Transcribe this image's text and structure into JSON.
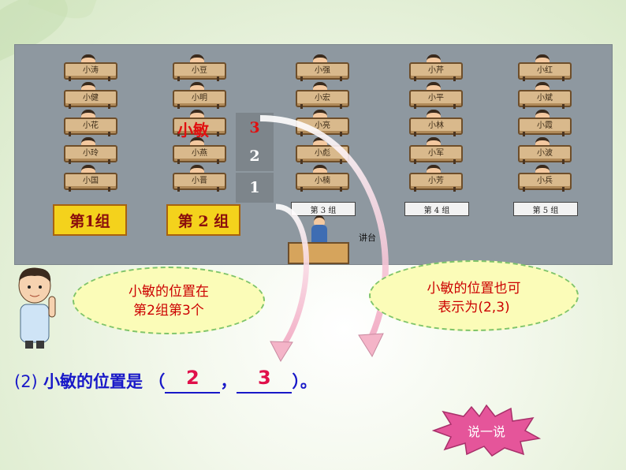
{
  "groups": [
    {
      "label": "第1组",
      "students": [
        "小涛",
        "小健",
        "小花",
        "小玲",
        "小国"
      ]
    },
    {
      "label": "第 2 组",
      "students": [
        "小豆",
        "小明",
        "",
        "小燕",
        "小晋"
      ]
    },
    {
      "label": "第 3 组",
      "students": [
        "小强",
        "小宏",
        "小亮",
        "小彪",
        "小楠"
      ]
    },
    {
      "label": "第 4 组",
      "students": [
        "小芹",
        "小平",
        "小林",
        "小军",
        "小芳"
      ]
    },
    {
      "label": "第 5 组",
      "students": [
        "小红",
        "小斌",
        "小霞",
        "小波",
        "小兵"
      ]
    }
  ],
  "row_numbers": [
    "3",
    "2",
    "1"
  ],
  "highlight_name": "小敏",
  "podium_label": "讲台",
  "bubble_left": {
    "line1": "小敏的位置在",
    "line2": "第2组第3个"
  },
  "bubble_right": {
    "line1": "小敏的位置也可",
    "line2": "表示为(2,3)"
  },
  "question": {
    "number": "(2)",
    "text": "小敏的位置是",
    "open": "（",
    "answer1": "2",
    "comma": "，",
    "answer2": "3",
    "close": "）。"
  },
  "speak_button": "说一说",
  "colors": {
    "accent_red": "#e01010",
    "question_blue": "#1818c8",
    "label_yellow": "#f4d21c",
    "classroom_grey": "#8e98a0"
  }
}
